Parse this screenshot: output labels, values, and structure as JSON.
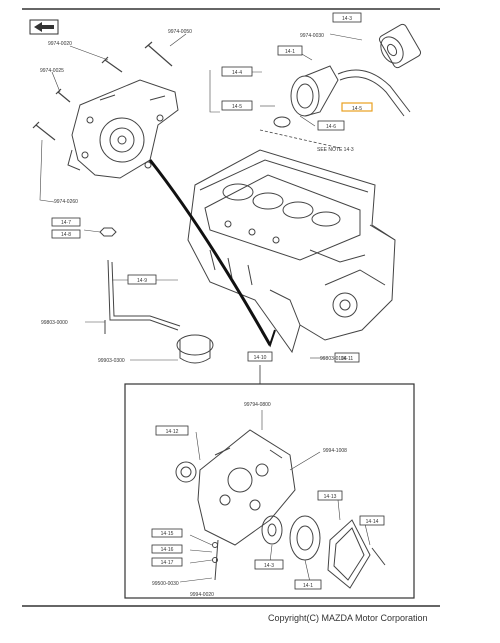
{
  "copyright": "Copyright(C) MAZDA Motor Corporation",
  "labels": {
    "note_ref": "SEE NOTE 14·3",
    "pn_14_3": "14·3",
    "pn_14_1": "14·1",
    "pn_14_4": "14·4",
    "pn_14_5": "14·5",
    "pn_14_6": "14·6",
    "pn_14_7": "14·7",
    "pn_14_8": "14·8",
    "pn_14_9": "14·9",
    "pn_14_10": "14·10",
    "pn_14_11": "14·11",
    "pn_14_12": "14·12",
    "pn_14_13": "14·13",
    "pn_14_14": "14·14",
    "pn_14_15": "14·15",
    "pn_14_16": "14·16",
    "pn_14_17": "14·17"
  },
  "codes": {
    "c1": "9974-0020",
    "c2": "9974-0025",
    "c3": "9974-0050",
    "c4": "9974-0260",
    "c5": "9974-0030",
    "c6": "99803-0000",
    "c7": "99903-0300",
    "c8": "99794-0800",
    "c9": "9994-1008",
    "c10": "99500-0030",
    "c11": "9994-0020",
    "c12": "99803-0106"
  },
  "colors": {
    "ink": "#333333",
    "highlight": "#e8a020",
    "paper": "#ffffff"
  },
  "icons": {
    "orientation": "front-arrow-icon"
  }
}
